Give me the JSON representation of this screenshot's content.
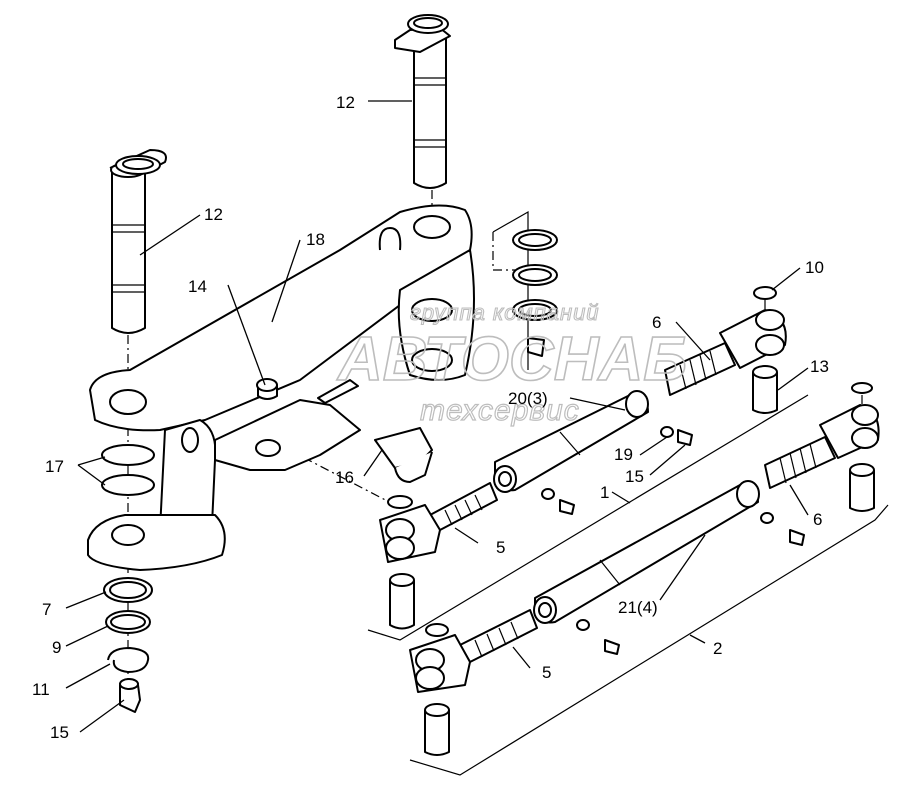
{
  "callouts": {
    "c12a": "12",
    "c12b": "12",
    "c18": "18",
    "c14": "14",
    "c17": "17",
    "c7": "7",
    "c9": "9",
    "c11": "11",
    "c15a": "15",
    "c16": "16",
    "c5a": "5",
    "c5b": "5",
    "c10": "10",
    "c6a": "6",
    "c6b": "6",
    "c13": "13",
    "c20": "20(3)",
    "c19": "19",
    "c15b": "15",
    "c1": "1",
    "c21": "21(4)",
    "c2": "2"
  },
  "watermark": {
    "line1": "группа компаний",
    "line2": "АВТОСНАБ",
    "line3": "техсервис"
  }
}
